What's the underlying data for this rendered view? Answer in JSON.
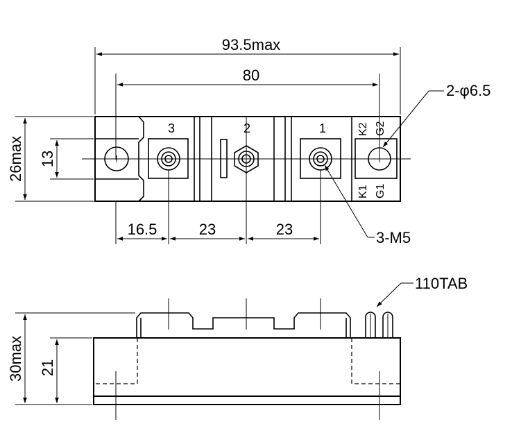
{
  "top_view": {
    "overall_width": "93.5max",
    "mount_pitch": "80",
    "overall_height": "26max",
    "hole_pitch": "13",
    "hole_callout": "2-φ6.5",
    "screw_callout": "3-M5",
    "pitch_a": "16.5",
    "pitch_b": "23",
    "pitch_c": "23",
    "terminal_1": "1",
    "terminal_2": "2",
    "terminal_3": "3",
    "gate_k2": "K2",
    "gate_g2": "G2",
    "gate_k1": "K1",
    "gate_g1": "G1"
  },
  "side_view": {
    "overall_height": "30max",
    "body_height": "21",
    "tab_callout": "110TAB"
  }
}
